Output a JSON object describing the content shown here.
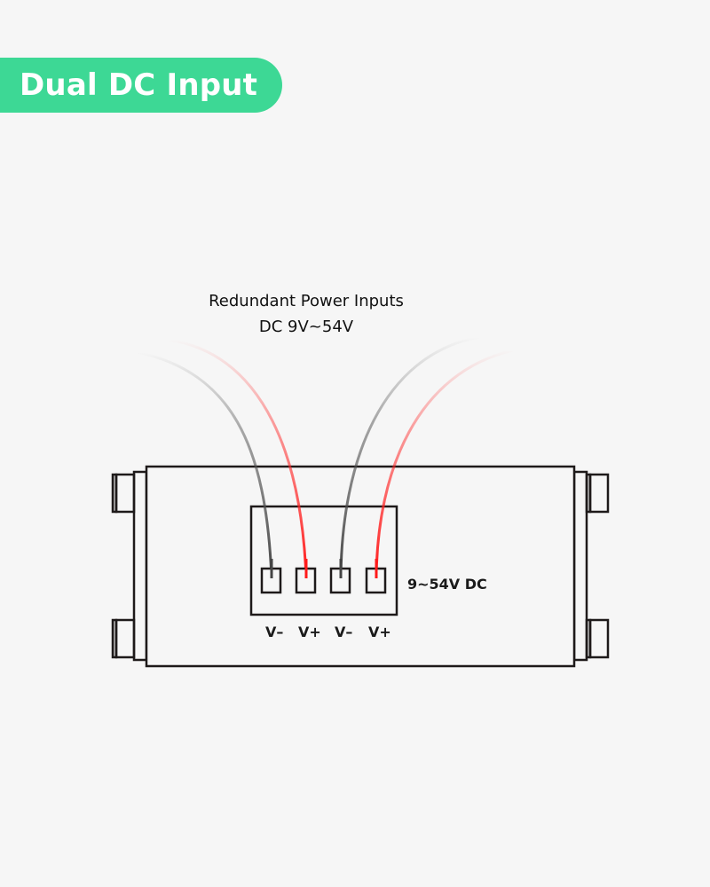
{
  "header": {
    "title": "Dual DC Input",
    "badge_color": "#3dd895"
  },
  "caption": {
    "line1": "Redundant Power Inputs",
    "line2": "DC 9V~54V"
  },
  "terminal_block": {
    "voltage_label": "9~54V DC",
    "terminals": [
      {
        "label": "V–",
        "wire_color": "#555555"
      },
      {
        "label": "V+",
        "wire_color": "#ff2a2a"
      },
      {
        "label": "V–",
        "wire_color": "#555555"
      },
      {
        "label": "V+",
        "wire_color": "#ff2a2a"
      }
    ]
  }
}
